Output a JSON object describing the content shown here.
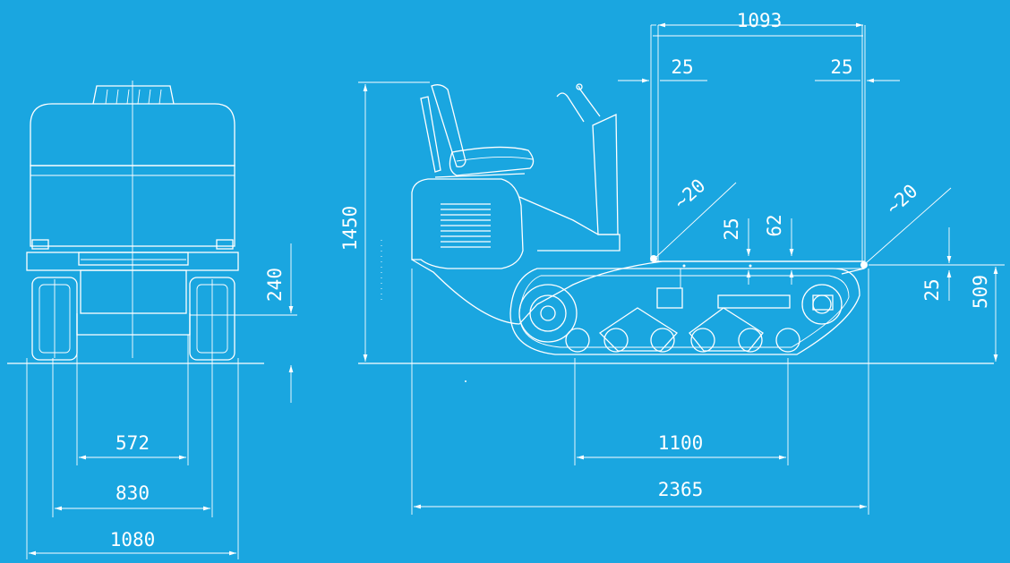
{
  "colors": {
    "background": "#1aa6e0",
    "line": "#ffffff"
  },
  "front_view": {
    "width_overall": "1080",
    "track_gauge": "830",
    "inner_track_span": "572",
    "ground_clearance": "240"
  },
  "side_view": {
    "overall_height": "1450",
    "overall_length": "2365",
    "tumbler_distance": "1100",
    "bed_length": "1093",
    "bed_edge_front": "25",
    "bed_edge_rear": "25",
    "dump_angle_front": "~20",
    "dump_angle_rear": "~20",
    "bed_lip_front": "25",
    "bed_side_height": "62",
    "bed_lip_rear": "25",
    "bed_height": "509"
  }
}
